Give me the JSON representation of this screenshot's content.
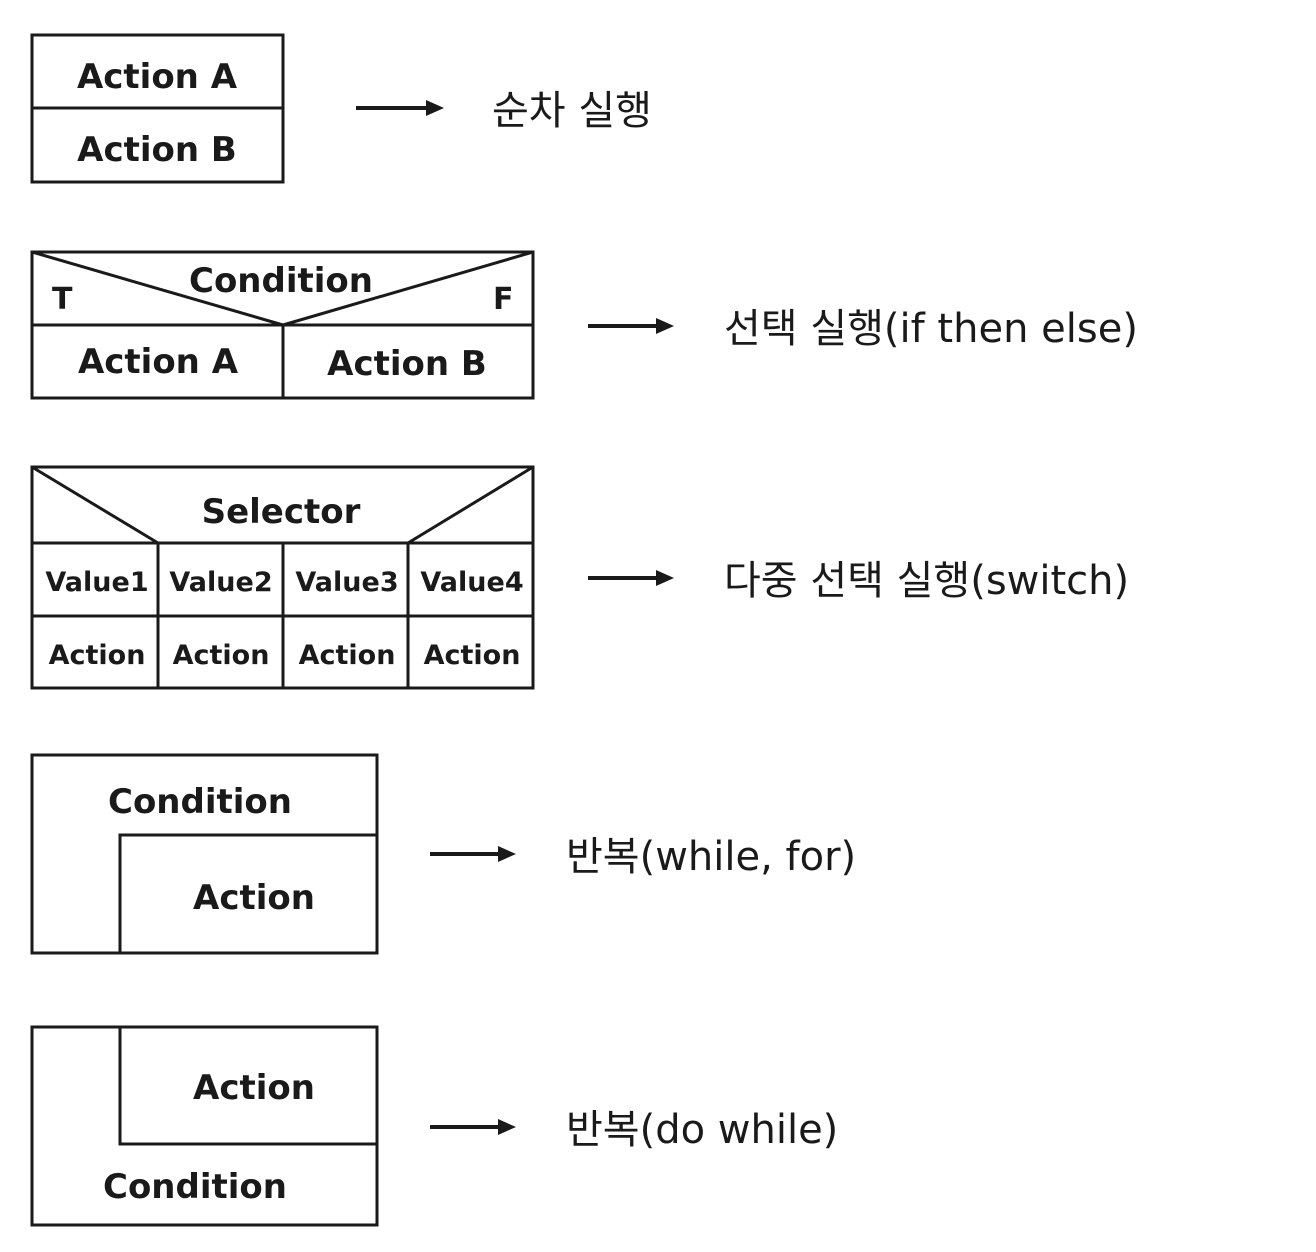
{
  "sequence": {
    "action_a": "Action A",
    "action_b": "Action B",
    "label": "순차 실행"
  },
  "if_then_else": {
    "condition": "Condition",
    "true_mark": "T",
    "false_mark": "F",
    "action_a": "Action A",
    "action_b": "Action B",
    "label": "선택 실행(if then else)"
  },
  "switch": {
    "selector": "Selector",
    "values": [
      "Value1",
      "Value2",
      "Value3",
      "Value4"
    ],
    "actions": [
      "Action",
      "Action",
      "Action",
      "Action"
    ],
    "label": "다중 선택 실행(switch)"
  },
  "while_loop": {
    "condition": "Condition",
    "action": "Action",
    "label": "반복(while, for)"
  },
  "do_while_loop": {
    "action": "Action",
    "condition": "Condition",
    "label": "반복(do while)"
  }
}
